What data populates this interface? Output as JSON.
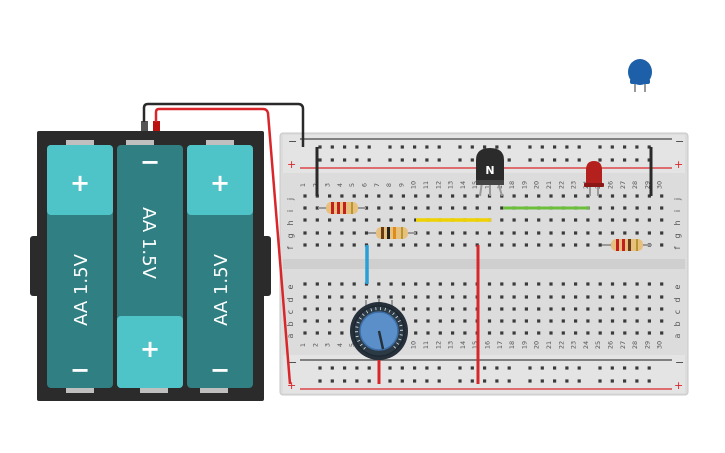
{
  "battery": {
    "cells": [
      {
        "label": "AA 1.5V",
        "top_sign": "+",
        "bottom_sign": "−"
      },
      {
        "label": "AA 1.5V",
        "top_sign": "−",
        "bottom_sign": "+"
      },
      {
        "label": "AA 1.5V",
        "top_sign": "+",
        "bottom_sign": "−"
      }
    ]
  },
  "breadboard": {
    "rail_plus": "+",
    "rail_minus": "−",
    "row_letters_top": [
      "j",
      "i",
      "h",
      "g",
      "f"
    ],
    "row_letters_bottom": [
      "e",
      "d",
      "c",
      "b",
      "a"
    ],
    "column_count": 30
  },
  "transistor": {
    "label": "N"
  },
  "colors": {
    "battery_case": "#2b2b2b",
    "cell_teal": "#2f7f83",
    "cell_cap": "#4fc4c8",
    "breadboard": "#dcdcdc",
    "wire_red": "#d9262a",
    "wire_black": "#2a2a2a",
    "wire_yellow": "#f0d200",
    "wire_green": "#6bbf3a",
    "wire_blue": "#2a9fd6",
    "led_red": "#b3201d",
    "capacitor_blue": "#1d5fa8",
    "pot_knob": "#5b8fc9"
  }
}
